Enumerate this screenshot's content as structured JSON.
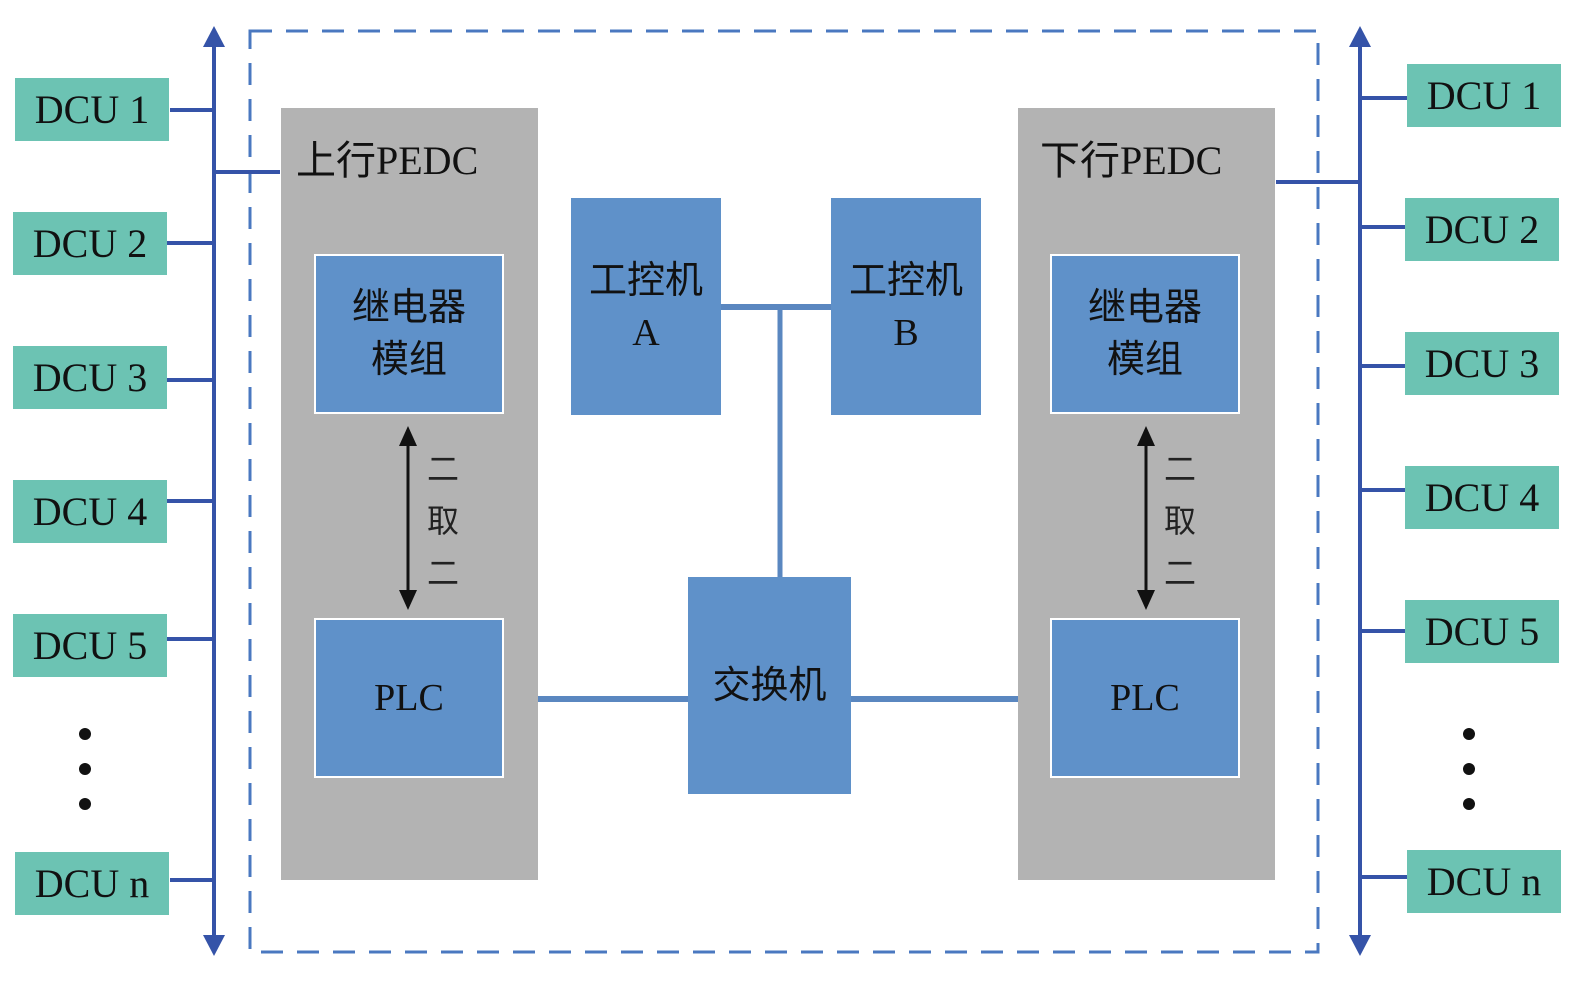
{
  "colors": {
    "dcu": "#6cc3b3",
    "panel": "#b3b3b3",
    "device": "#5f91c9",
    "bus": "#3553a8",
    "link": "#5a87c0",
    "boundary": "#4a78c0"
  },
  "left_bus": {
    "dcus": [
      {
        "label": "DCU 1"
      },
      {
        "label": "DCU 2"
      },
      {
        "label": "DCU 3"
      },
      {
        "label": "DCU 4"
      },
      {
        "label": "DCU 5"
      },
      {
        "label": "DCU n"
      }
    ],
    "ellipsis": "⋮"
  },
  "right_bus": {
    "dcus": [
      {
        "label": "DCU 1"
      },
      {
        "label": "DCU 2"
      },
      {
        "label": "DCU 3"
      },
      {
        "label": "DCU 4"
      },
      {
        "label": "DCU 5"
      },
      {
        "label": "DCU n"
      }
    ],
    "ellipsis": "⋮"
  },
  "up_pedc": {
    "title": "上行PEDC",
    "relay": {
      "line1": "继电器",
      "line2": "模组"
    },
    "redundancy": [
      "二",
      "取",
      "二"
    ],
    "plc": "PLC"
  },
  "down_pedc": {
    "title": "下行PEDC",
    "relay": {
      "line1": "继电器",
      "line2": "模组"
    },
    "redundancy": [
      "二",
      "取",
      "二"
    ],
    "plc": "PLC"
  },
  "ipc_a": {
    "line1": "工控机",
    "line2": "A"
  },
  "ipc_b": {
    "line1": "工控机",
    "line2": "B"
  },
  "switch": {
    "label": "交换机"
  }
}
